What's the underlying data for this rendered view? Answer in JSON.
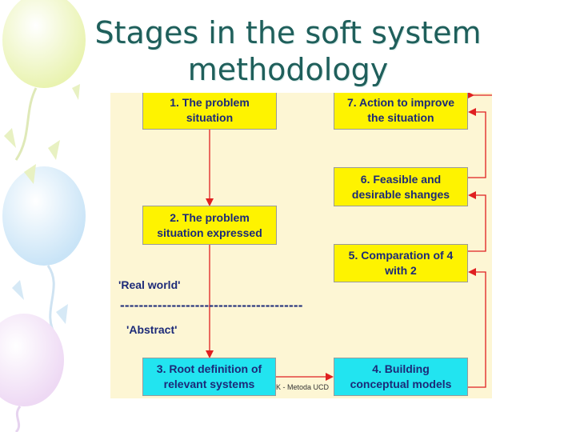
{
  "slide": {
    "title": "Stages in the soft system\nmethodology"
  },
  "diagram": {
    "stages": [
      {
        "id": "s1",
        "label": "1. The problem\nsituation"
      },
      {
        "id": "s2",
        "label": "2. The problem\nsituation expressed"
      },
      {
        "id": "s3",
        "label": "3. Root definition of\nrelevant systems"
      },
      {
        "id": "s4",
        "label": "4. Building\nconceptual models"
      },
      {
        "id": "s5",
        "label": "5. Comparation of 4\nwith 2"
      },
      {
        "id": "s6",
        "label": "6. Feasible and\ndesirable shanges"
      },
      {
        "id": "s7",
        "label": "7. Action to improve\nthe situation"
      }
    ],
    "real_world_label": "'Real world'",
    "abstract_label": "'Abstract'",
    "divider_text": "---------------------------------------",
    "watermark": "K - Metoda UCD"
  },
  "colors": {
    "stage_fill": "#fef300",
    "conceptual_fill": "#22e4f0",
    "arrow": "#e02020",
    "text": "#1c2a78"
  }
}
